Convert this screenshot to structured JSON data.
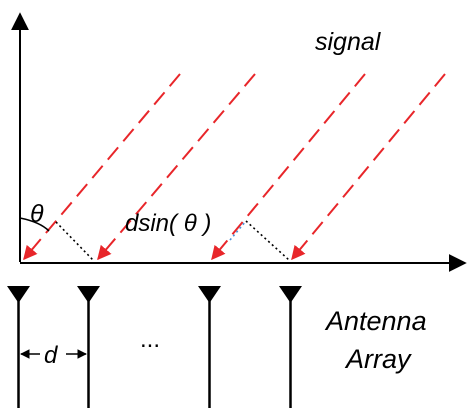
{
  "diagram": {
    "signal_label": "signal",
    "angle_symbol": "θ",
    "path_difference_label": "dsin( θ )",
    "spacing_label": "d",
    "ellipsis": "...",
    "array_label_line1": "Antenna",
    "array_label_line2": "Array",
    "antenna_count_drawn": 4,
    "ray_count": 4,
    "colors": {
      "axis": "#000000",
      "ray": "#e8262a",
      "guide_dotted": "#000000",
      "guide_highlight": "#4a90d9"
    },
    "icons": [
      "antenna-icon",
      "arrow-head-icon",
      "dimension-arrow-icon"
    ]
  }
}
